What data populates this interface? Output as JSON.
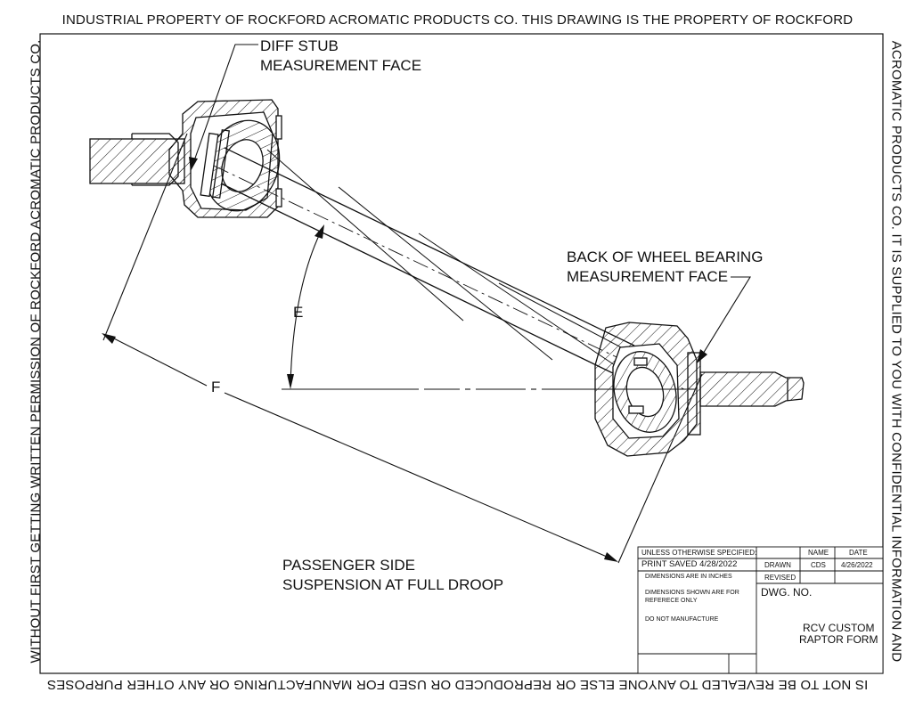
{
  "border": {
    "top": "INDUSTRIAL PROPERTY OF ROCKFORD ACROMATIC PRODUCTS CO.  THIS DRAWING IS THE PROPERTY OF ROCKFORD",
    "right": "ACROMATIC PRODUCTS CO.  IT IS SUPPLIED TO YOU WITH CONFIDENTIAL INFORMATION AND",
    "bottom": "IS NOT TO BE REVEALED TO ANYONE ELSE OR REPRODUCED OR USED FOR MANUFACTURING OR ANY OTHER PURPOSES",
    "left": "WITHOUT FIRST GETTING WRITTEN PERMISSION OF ROCKFORD ACROMATIC PRODUCTS CO."
  },
  "callouts": {
    "diff_stub_line1": "DIFF STUB",
    "diff_stub_line2": "MEASUREMENT FACE",
    "wheel_bearing_line1": "BACK OF WHEEL BEARING",
    "wheel_bearing_line2": "MEASUREMENT FACE",
    "angle_label": "E",
    "distance_label": "F",
    "note_line1": "PASSENGER SIDE",
    "note_line2": "SUSPENSION AT FULL DROOP"
  },
  "title_block": {
    "unless": "UNLESS OTHERWISE SPECIFIED:",
    "name_header": "NAME",
    "date_header": "DATE",
    "print_saved": "PRINT SAVED 4/28/2022",
    "drawn_label": "DRAWN",
    "drawn_name": "CDS",
    "drawn_date": "4/26/2022",
    "dims_inches": "DIMENSIONS ARE IN INCHES",
    "revised_label": "REVISED",
    "dims_ref_line1": "DIMENSIONS SHOWN ARE FOR",
    "dims_ref_line2": "REFERECE ONLY",
    "do_not": "DO NOT MANUFACTURE",
    "dwg_no_label": "DWG.  NO.",
    "title_line1": "RCV CUSTOM",
    "title_line2": "RAPTOR FORM"
  }
}
